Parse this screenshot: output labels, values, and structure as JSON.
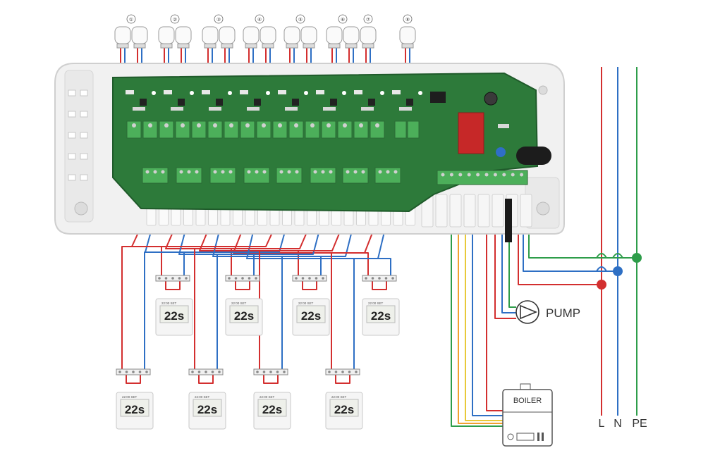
{
  "colors": {
    "red": "#d32f2f",
    "blue": "#2e6fc4",
    "green": "#2e9d4a",
    "orange": "#f0a030",
    "yellow": "#e8c93a",
    "pcb": "#2d7a3a",
    "terminal": "#4caf5a",
    "housing": "#f1f1f1"
  },
  "actuators": {
    "numbers": [
      "①",
      "②",
      "③",
      "④",
      "⑤",
      "⑥",
      "⑦",
      "⑧"
    ],
    "groups": [
      2,
      2,
      2,
      2,
      2,
      2,
      1,
      1
    ]
  },
  "thermostat": {
    "display": "22s",
    "header": "22:00 SET"
  },
  "mains": {
    "labels": [
      "L",
      "N",
      "PE"
    ]
  },
  "components": {
    "pump_label": "PUMP",
    "boiler_label": "BOILER"
  }
}
